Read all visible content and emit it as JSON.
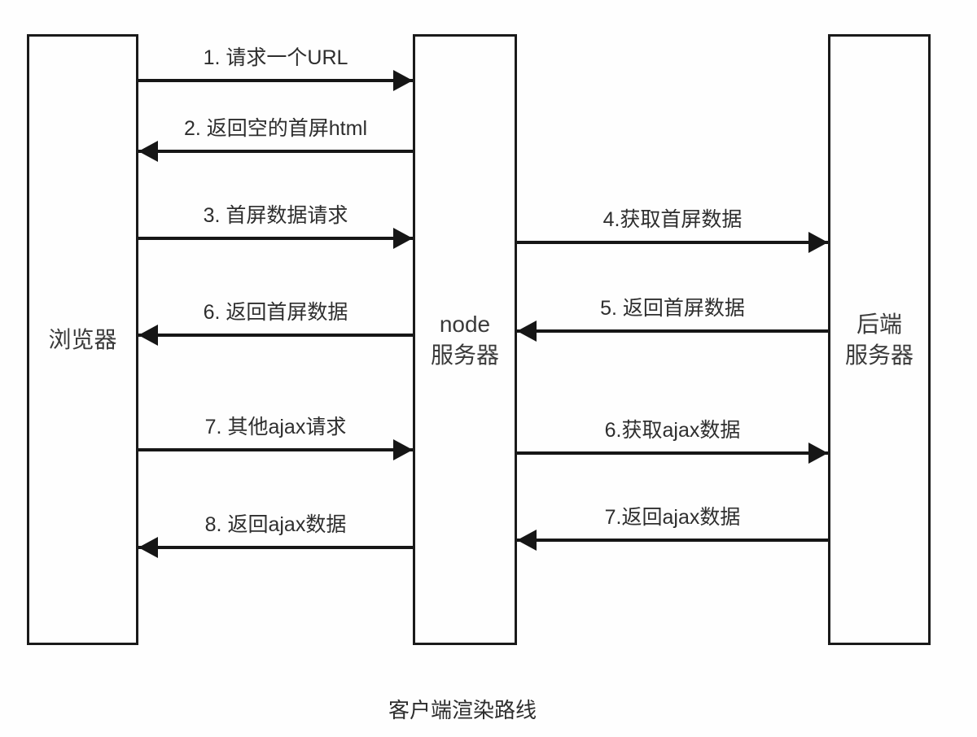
{
  "caption": "客户端渲染路线",
  "nodes": {
    "browser": {
      "label": "浏览器"
    },
    "node_server": {
      "line1": "node",
      "line2": "服务器"
    },
    "backend_server": {
      "line1": "后端",
      "line2": "服务器"
    }
  },
  "messages": {
    "browser_node": [
      {
        "label": "1. 请求一个URL",
        "direction": "right"
      },
      {
        "label": "2. 返回空的首屏html",
        "direction": "left"
      },
      {
        "label": "3. 首屏数据请求",
        "direction": "right"
      },
      {
        "label": "6. 返回首屏数据",
        "direction": "left"
      },
      {
        "label": "7. 其他ajax请求",
        "direction": "right"
      },
      {
        "label": "8. 返回ajax数据",
        "direction": "left"
      }
    ],
    "node_backend": [
      {
        "label": "4.获取首屏数据",
        "direction": "right"
      },
      {
        "label": "5. 返回首屏数据",
        "direction": "left"
      },
      {
        "label": "6.获取ajax数据",
        "direction": "right"
      },
      {
        "label": "7.返回ajax数据",
        "direction": "left"
      }
    ]
  },
  "colors": {
    "line": "#161616",
    "text": "#2e2e2e",
    "box_border": "#1a1a1a",
    "background": "#fefefe"
  }
}
